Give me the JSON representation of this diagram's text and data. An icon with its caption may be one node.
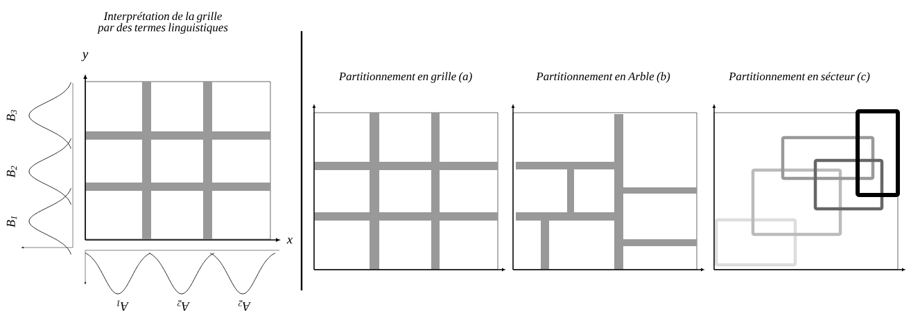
{
  "diagram": {
    "labels": [
      "Interprétation de la grille par des termes linguistiques",
      "y",
      "Partitionnement en grille (a)",
      "Partitionnement en Arble (b)",
      "Partitionnement en sécteur (c)",
      "B$_{3}$",
      "B$_{2}$",
      "B$_{1}$",
      "x",
      "A$_{1}$",
      "A$_{2}$",
      "A$_{2}$"
    ]
  }
}
